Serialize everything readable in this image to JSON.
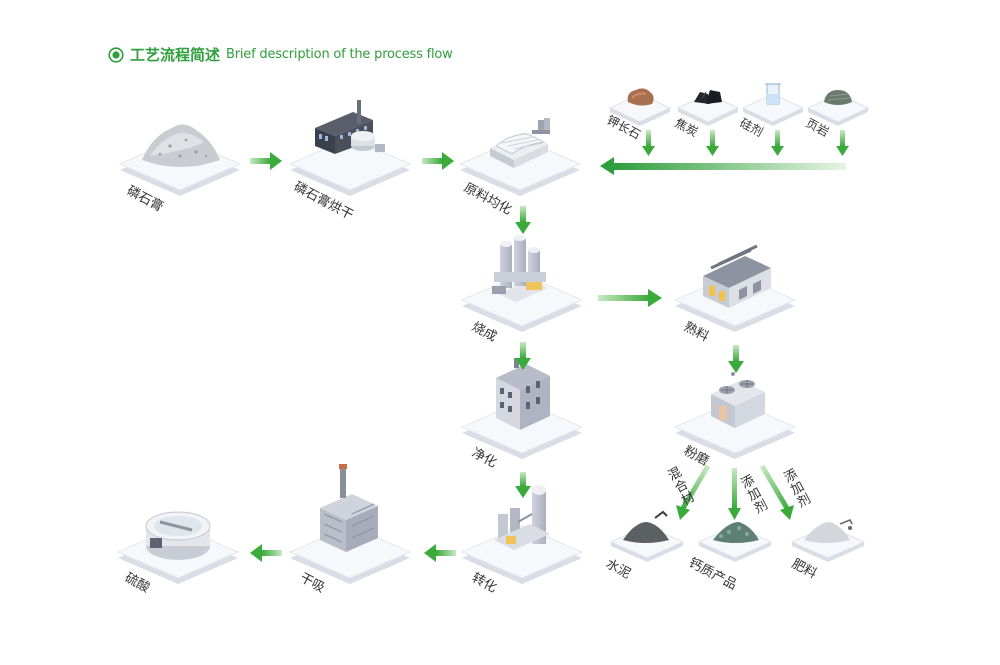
{
  "header": {
    "title_zh": "工艺流程简述",
    "title_en": "Brief description of the process flow"
  },
  "colors": {
    "accent": "#2f9e3c",
    "arrow_light": "#c8e9c4",
    "arrow_dark": "#3aab3a",
    "platform_top": "#f7f8fb",
    "platform_side": "#d9dde6"
  },
  "nodes": {
    "phosphogypsum": "磷石膏",
    "drying": "磷石膏烘干",
    "homogenization": "原料均化",
    "feldspar": "钾长石",
    "coke": "焦炭",
    "silica": "硅剂",
    "shale": "页岩",
    "calcination": "烧成",
    "clinker": "熟料",
    "purification": "净化",
    "grinding": "粉磨",
    "conversion": "转化",
    "dry_absorption": "干吸",
    "sulfuric_acid": "硫酸",
    "cement": "水泥",
    "calcium_products": "钙质产品",
    "fertilizer": "肥料"
  },
  "branch_labels": {
    "mixed_material": "混合材",
    "additive_1": "添加剂",
    "additive_2": "添加剂"
  }
}
